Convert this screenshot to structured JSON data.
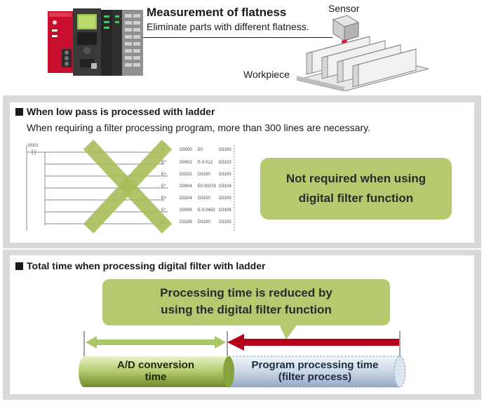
{
  "header": {
    "title": "Measurement of flatness",
    "subtitle": "Eliminate parts with different flatness.",
    "sensor_label": "Sensor",
    "workpiece_label": "Workpiece"
  },
  "ladder_section": {
    "title": "When low pass is processed with ladder",
    "description": "When requiring a filter processing program, more than 300 lines are necessary.",
    "contact_label": "M301",
    "rows": [
      {
        "instr": "E*",
        "a": "D0000",
        "b": "E0",
        "c": "D3100"
      },
      {
        "instr": "E*",
        "a": "D0002",
        "b": "E-0.012",
        "c": "D3102"
      },
      {
        "instr": "E+",
        "a": "D3102",
        "b": "D3100",
        "c": "D3100"
      },
      {
        "instr": "E*",
        "a": "D0004",
        "b": "E0.00279",
        "c": "D3104"
      },
      {
        "instr": "E+",
        "a": "D3104",
        "b": "D3100",
        "c": "D3100"
      },
      {
        "instr": "E*",
        "a": "D0006",
        "b": "E-0.0453",
        "c": "D3106"
      },
      {
        "instr": "E+",
        "a": "D3106",
        "b": "D3100",
        "c": "D3100"
      }
    ],
    "callout_line1": "Not required when using",
    "callout_line2": "digital filter function"
  },
  "time_section": {
    "title": "Total time when processing digital filter with ladder",
    "callout_line1": "Processing time is reduced by",
    "callout_line2": "using the digital filter function",
    "ad_line1": "A/D conversion",
    "ad_line2": "time",
    "prog_line1": "Program processing time",
    "prog_line2": "(filter process)"
  },
  "colors": {
    "callout": "#b5c96f",
    "cross": "#a8be5a",
    "arrow_green": "#a9c865",
    "arrow_red": "#b3001b",
    "plc_red": "#c8102e",
    "panel": "#d9d9d9"
  }
}
